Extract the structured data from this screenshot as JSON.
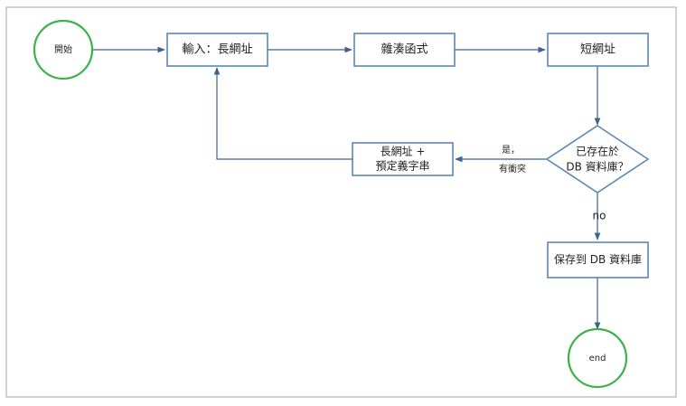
{
  "nodes": {
    "start": "開始",
    "input": "輸入：長網址",
    "hash": "雜湊函式",
    "short": "短網址",
    "check_line1": "已存在於",
    "check_line2": "DB 資料庫？",
    "retry_line1": "長網址 +",
    "retry_line2": "預定義字串",
    "save": "保存到 DB 資料庫",
    "end": "end"
  },
  "edges": {
    "yes_line1": "是，",
    "yes_line2": "有衝突",
    "no": "no"
  },
  "colors": {
    "box_border": "#5b87b8",
    "terminal_border": "#3cb24a",
    "arrow": "#3d6291",
    "frame": "#a6a6a6"
  }
}
